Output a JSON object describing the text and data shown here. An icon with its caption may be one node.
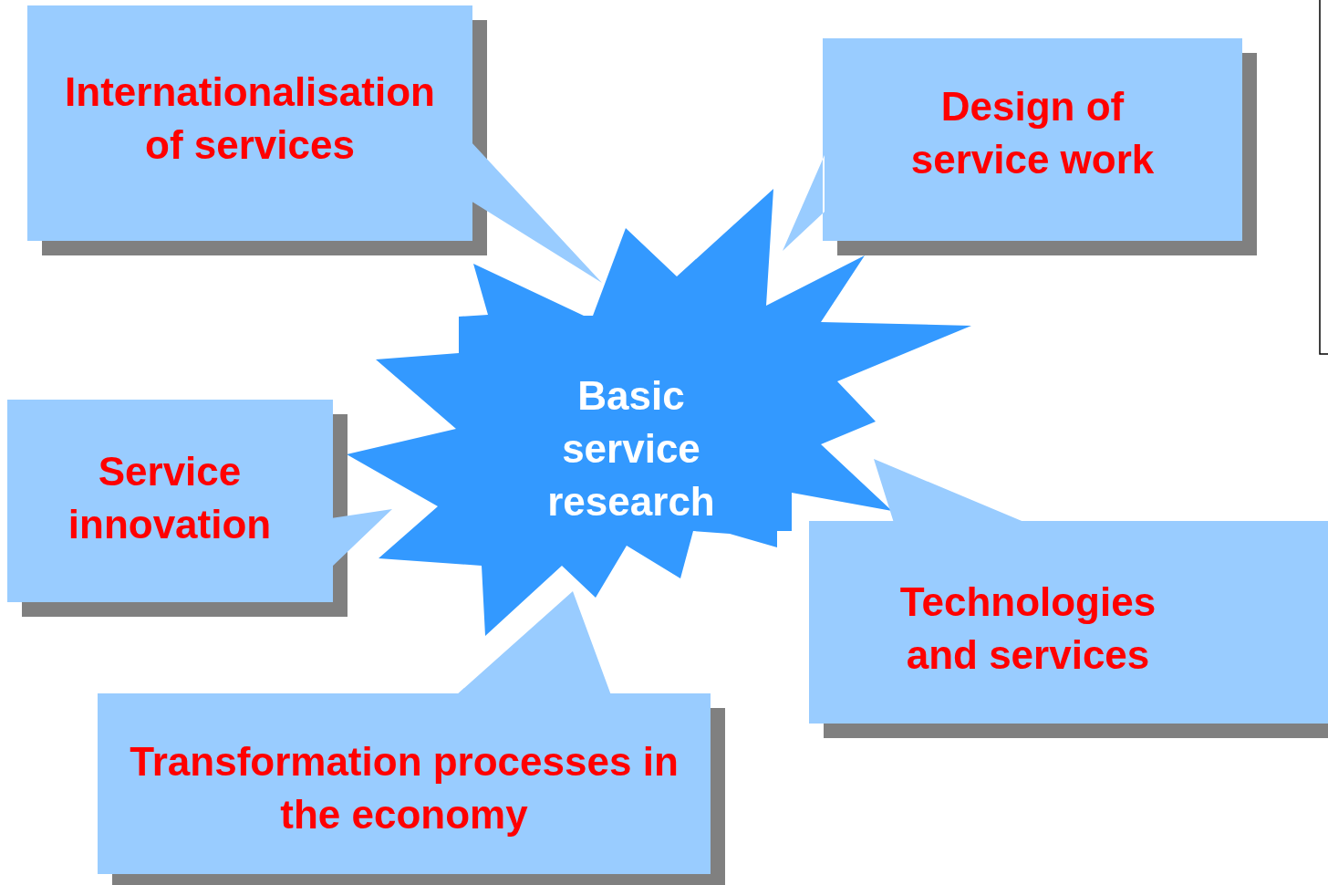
{
  "diagram": {
    "nodes": [
      {
        "text": [
          "Basic service research"
        ]
      },
      {
        "text": [
          "Internationalisation of services"
        ]
      },
      {
        "text": [
          "Design of service work"
        ]
      },
      {
        "text": [
          "Service innovation"
        ]
      },
      {
        "text": [
          "Transformation processes in the economy"
        ]
      },
      {
        "text": [
          "Technologies and services"
        ]
      }
    ]
  }
}
